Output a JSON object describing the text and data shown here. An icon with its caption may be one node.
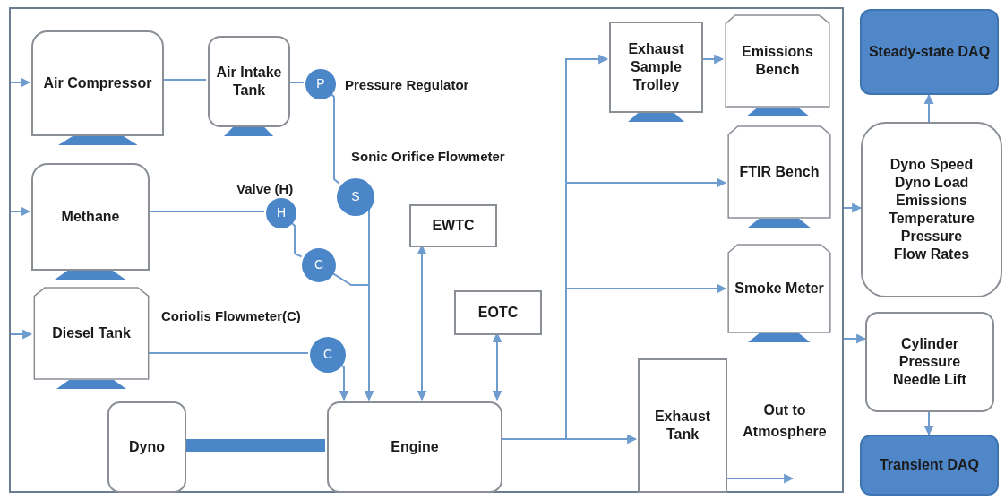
{
  "diagram": {
    "nodes": [
      {
        "text": [],
        "shape": "box"
      },
      {
        "text": [
          "Air Compressor"
        ],
        "in": 0
      },
      {
        "text": [
          "Air Intake Tank"
        ],
        "in": 0
      },
      {
        "text": [
          "P"
        ],
        "in": 0,
        "beside": [
          "Pressure Regulator"
        ]
      },
      {
        "text": [
          "Methane"
        ],
        "in": 0
      },
      {
        "text": [
          "H"
        ],
        "in": 0,
        "beside": [
          "Valve (H)"
        ]
      },
      {
        "text": [
          "S"
        ],
        "in": 0,
        "beside": [
          "Sonic Orifice Flowmeter"
        ]
      },
      {
        "text": [
          "C"
        ],
        "in": 0
      },
      {
        "text": [
          "EWTC"
        ],
        "in": 0
      },
      {
        "text": [
          "Diesel Tank"
        ],
        "in": 0
      },
      {
        "text": [
          "C"
        ],
        "in": 0,
        "beside": [
          "Coriolis Flowmeter(C)"
        ]
      },
      {
        "text": [
          "EOTC"
        ],
        "in": 0
      },
      {
        "text": [
          "Dyno"
        ],
        "in": 0
      },
      {
        "text": [
          "Engine"
        ],
        "in": 0
      },
      {
        "text": [
          "Exhaust Sample Trolley"
        ],
        "in": 0
      },
      {
        "text": [
          "Emissions Bench"
        ],
        "in": 0
      },
      {
        "text": [
          "FTIR Bench"
        ],
        "in": 0
      },
      {
        "text": [
          "Smoke Meter"
        ],
        "in": 0
      },
      {
        "text": [
          "Exhaust Tank"
        ],
        "in": 0
      },
      {
        "text": [
          "Steady-state DAQ"
        ]
      },
      {
        "text": [
          "Dyno Speed",
          "Dyno Load",
          "Emissions",
          "Temperature",
          "Pressure",
          "Flow Rates"
        ]
      },
      {
        "text": [
          "Cylinder Pressure",
          "Needle Lift"
        ]
      },
      {
        "text": [
          "Transient DAQ"
        ]
      }
    ],
    "edges": [
      {
        "from": null,
        "to": 1,
        "arrow": "to"
      },
      {
        "from": null,
        "to": 4,
        "arrow": "to"
      },
      {
        "from": null,
        "to": 9,
        "arrow": "to"
      },
      {
        "from": 1,
        "to": 2,
        "arrow": "none"
      },
      {
        "from": 2,
        "to": 3,
        "arrow": "none"
      },
      {
        "from": 3,
        "to": 6,
        "arrow": "none"
      },
      {
        "from": 4,
        "to": 5,
        "arrow": "none"
      },
      {
        "from": 5,
        "to": 7,
        "arrow": "none"
      },
      {
        "from": 6,
        "to": 13,
        "arrow": "to"
      },
      {
        "from": 7,
        "to": 13,
        "arrow": "to"
      },
      {
        "from": 9,
        "to": 10,
        "arrow": "none"
      },
      {
        "from": 10,
        "to": 13,
        "arrow": "to"
      },
      {
        "from": 13,
        "to": 8,
        "arrow": "both"
      },
      {
        "from": 13,
        "to": 11,
        "arrow": "both"
      },
      {
        "from": 13,
        "to": 14,
        "arrow": "to"
      },
      {
        "from": 13,
        "to": 16,
        "arrow": "to"
      },
      {
        "from": 13,
        "to": 17,
        "arrow": "to"
      },
      {
        "from": 13,
        "to": 18,
        "arrow": "to"
      },
      {
        "from": 14,
        "to": 15,
        "arrow": "to"
      },
      {
        "from": 18,
        "to": null,
        "arrow": "to"
      },
      {
        "from": 0,
        "to": 20,
        "arrow": "to"
      },
      {
        "from": 0,
        "to": 21,
        "arrow": "to"
      },
      {
        "from": 20,
        "to": 19,
        "arrow": "to"
      },
      {
        "from": 21,
        "to": 22,
        "arrow": "to"
      },
      {
        "from": 12,
        "to": 13,
        "arrow": "none",
        "style": "thick"
      }
    ],
    "labels": [
      "Out to Atmosphere"
    ]
  }
}
